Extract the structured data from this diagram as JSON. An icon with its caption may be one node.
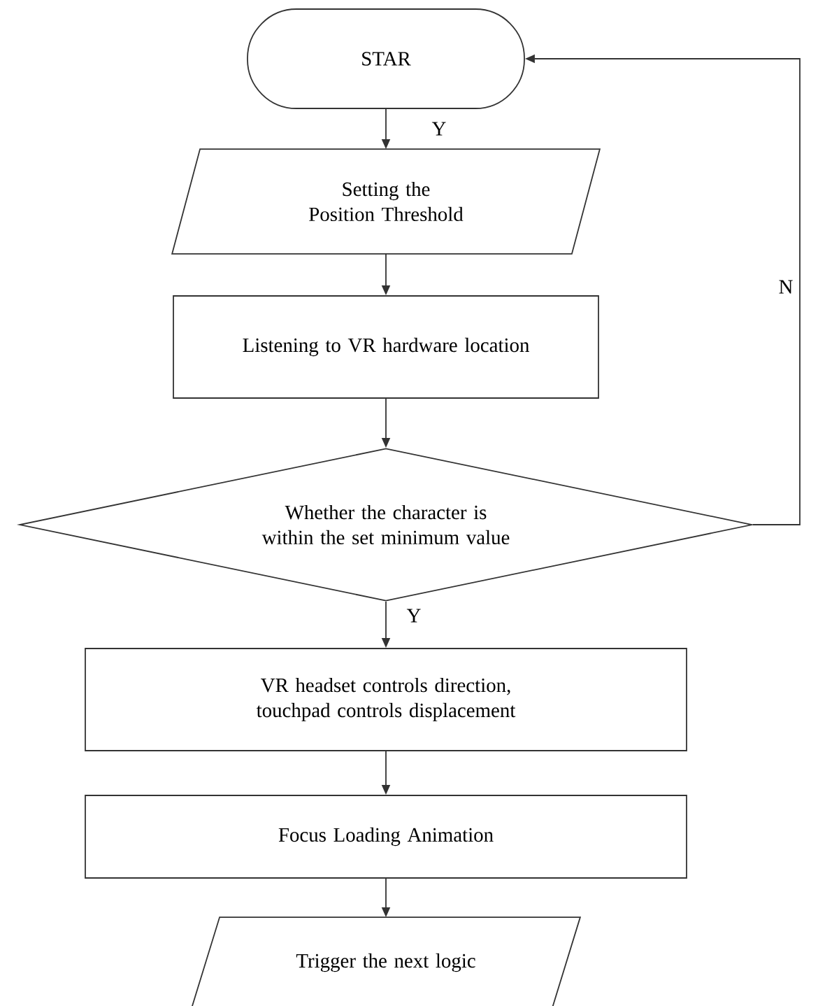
{
  "diagram": {
    "nodes": [
      {
        "text": [
          "STAR"
        ]
      },
      {
        "text": [
          "Setting the Position Threshold"
        ]
      },
      {
        "text": [
          "Listening to VR hardware location"
        ]
      },
      {
        "text": [
          "Whether the character is within the set minimum value"
        ]
      },
      {
        "text": [
          "VR headset controls direction, touchpad controls displacement"
        ]
      },
      {
        "text": [
          "Focus Loading Animation"
        ]
      },
      {
        "text": [
          "Trigger the next logic"
        ]
      }
    ],
    "edges": [
      {
        "from": 0,
        "to": 1,
        "arrow": "to",
        "label": "Y"
      },
      {
        "from": 1,
        "to": 2,
        "arrow": "to"
      },
      {
        "from": 2,
        "to": 3,
        "arrow": "to"
      },
      {
        "from": 3,
        "to": 4,
        "arrow": "to",
        "label": "Y"
      },
      {
        "from": 4,
        "to": 5,
        "arrow": "to"
      },
      {
        "from": 5,
        "to": 6,
        "arrow": "to"
      },
      {
        "from": 3,
        "to": 0,
        "arrow": "to",
        "label": "N"
      }
    ]
  }
}
